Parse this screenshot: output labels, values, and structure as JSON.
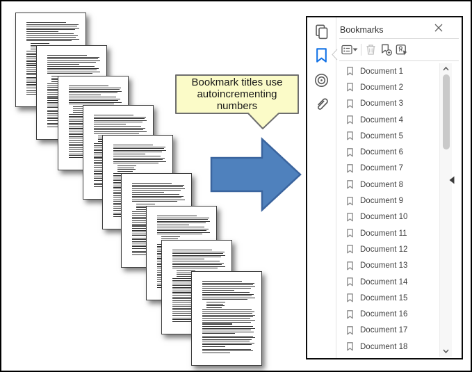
{
  "callout": {
    "text": "Bookmark titles use autoincrementing numbers",
    "fill": "#FBFBC8",
    "border": "#6E6E6E"
  },
  "arrow": {
    "direction": "right",
    "fill": "#4F81BD",
    "border": "#3A649E"
  },
  "document_stack": {
    "page_count": 9
  },
  "panel": {
    "title": "Bookmarks",
    "sidebar_tools": [
      {
        "name": "page-thumbnails",
        "selected": false
      },
      {
        "name": "bookmarks",
        "selected": true
      },
      {
        "name": "destinations",
        "selected": false
      },
      {
        "name": "attachments",
        "selected": false
      }
    ],
    "toolbar": [
      {
        "name": "options-menu",
        "enabled": true
      },
      {
        "name": "delete-bookmark",
        "enabled": false
      },
      {
        "name": "new-bookmark",
        "enabled": true
      },
      {
        "name": "find-current-bookmark",
        "enabled": true
      }
    ],
    "bookmarks": [
      "Document 1",
      "Document 2",
      "Document 3",
      "Document 4",
      "Document 5",
      "Document 6",
      "Document 7",
      "Document 8",
      "Document 9",
      "Document 10",
      "Document 11",
      "Document 12",
      "Document 13",
      "Document 14",
      "Document 15",
      "Document 16",
      "Document 17",
      "Document 18"
    ],
    "icons": {
      "page_thumbnails": "overlapping-pages",
      "bookmarks": "bookmark-ribbon",
      "destinations": "target-circles",
      "attachments": "paperclip",
      "options": "list-menu-with-caret",
      "delete": "trash-can",
      "new_bookmark": "bookmark-plus",
      "find_current_bookmark": "badge-with-cursor",
      "close": "x",
      "scroll_up": "chevron-up",
      "scroll_down": "chevron-down",
      "collapse_panel": "triangle-left"
    }
  },
  "colors": {
    "selected_tool": "#1473E6",
    "icon_gray": "#5A5A5A",
    "icon_disabled": "#BDBDBD",
    "scroll_thumb": "#C9C9C9"
  }
}
